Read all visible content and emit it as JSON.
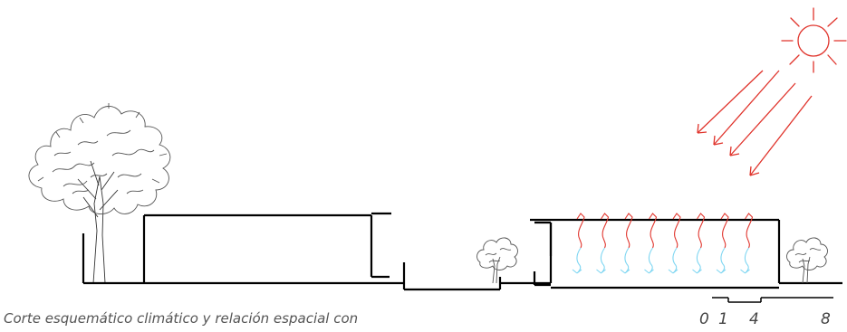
{
  "caption": "Corte esquemático climático y relación espacial con",
  "scale_bar": {
    "labels": [
      "0",
      "1",
      "4",
      "8"
    ]
  },
  "colors": {
    "structure": "#000000",
    "sun": "#e0332b",
    "sun_rays": "#e0332b",
    "airflow_warm": "#e0332b",
    "airflow_cool": "#7fd6f2",
    "tree": "#555555"
  },
  "icons": {
    "sun": "sun-icon",
    "tree_large": "tree-icon",
    "tree_small": "shrub-icon"
  }
}
